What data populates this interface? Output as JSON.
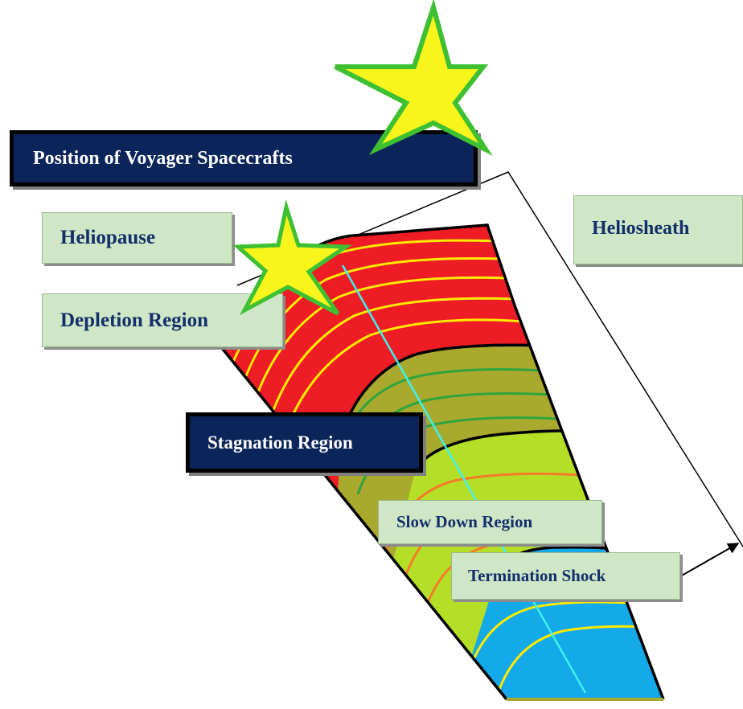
{
  "labels": {
    "voyager": "Position of Voyager Spacecrafts",
    "heliopause": "Heliopause",
    "heliosheath": "Heliosheath",
    "depletion": "Depletion Region",
    "stagnation": "Stagnation Region",
    "slow_down": "Slow Down Region",
    "termination": "Termination Shock"
  },
  "colors": {
    "depletion_region": "#ee1c25",
    "stagnation_region": "#a9a92e",
    "slow_down_region": "#b5de26",
    "termination_region": "#14a9e8",
    "field_lines_yellow": "#ffea00",
    "field_lines_green": "#30a33d",
    "field_lines_orange": "#f57b2a",
    "voyager_path": "#3ff0ee",
    "star_fill": "#f7f51c",
    "star_outline": "#3fc032",
    "dark_label_bg": "#0b2459",
    "green_label_bg": "#cfe7c6"
  },
  "icons": [
    "large-star-icon",
    "small-star-icon",
    "arrow-icon"
  ]
}
